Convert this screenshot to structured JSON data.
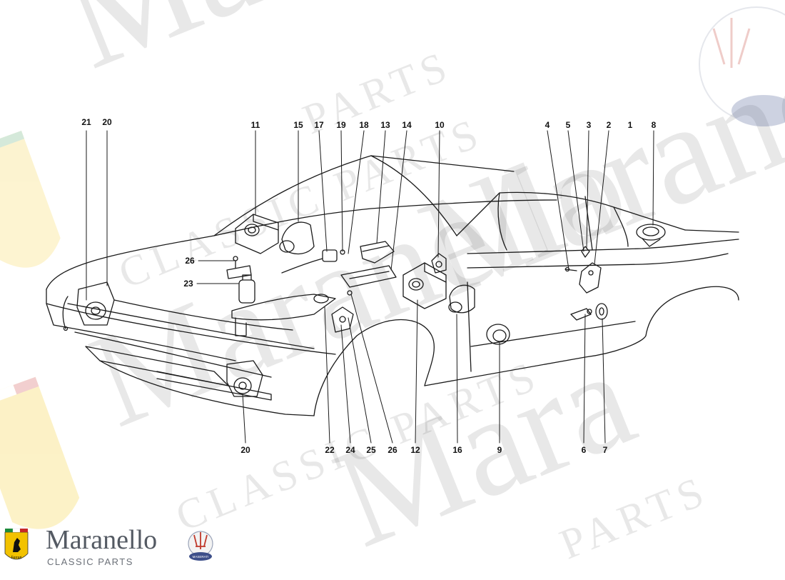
{
  "watermark": {
    "brand": "Maranello",
    "subtitle": "CLASSIC PARTS",
    "brand_fragment_top": "Mar",
    "brand_fragment_bottom": "Mara",
    "parts_word": "PARTS"
  },
  "logo": {
    "brand": "Maranello",
    "subtitle": "CLASSIC PARTS",
    "shield_text": "Ferrari",
    "badge_text": "MASERATI"
  },
  "callouts": [
    "21",
    "20",
    "11",
    "15",
    "17",
    "19",
    "18",
    "13",
    "14",
    "10",
    "4",
    "5",
    "3",
    "2",
    "1",
    "8",
    "26",
    "23",
    "20",
    "22",
    "24",
    "25",
    "26",
    "12",
    "16",
    "9",
    "6",
    "7"
  ],
  "colors": {
    "line": "#1a1a1a",
    "label": "#111111",
    "logo_grey": "#545a63",
    "ferrari_yellow": "#f2c200",
    "maserati_red": "#c0392b"
  }
}
